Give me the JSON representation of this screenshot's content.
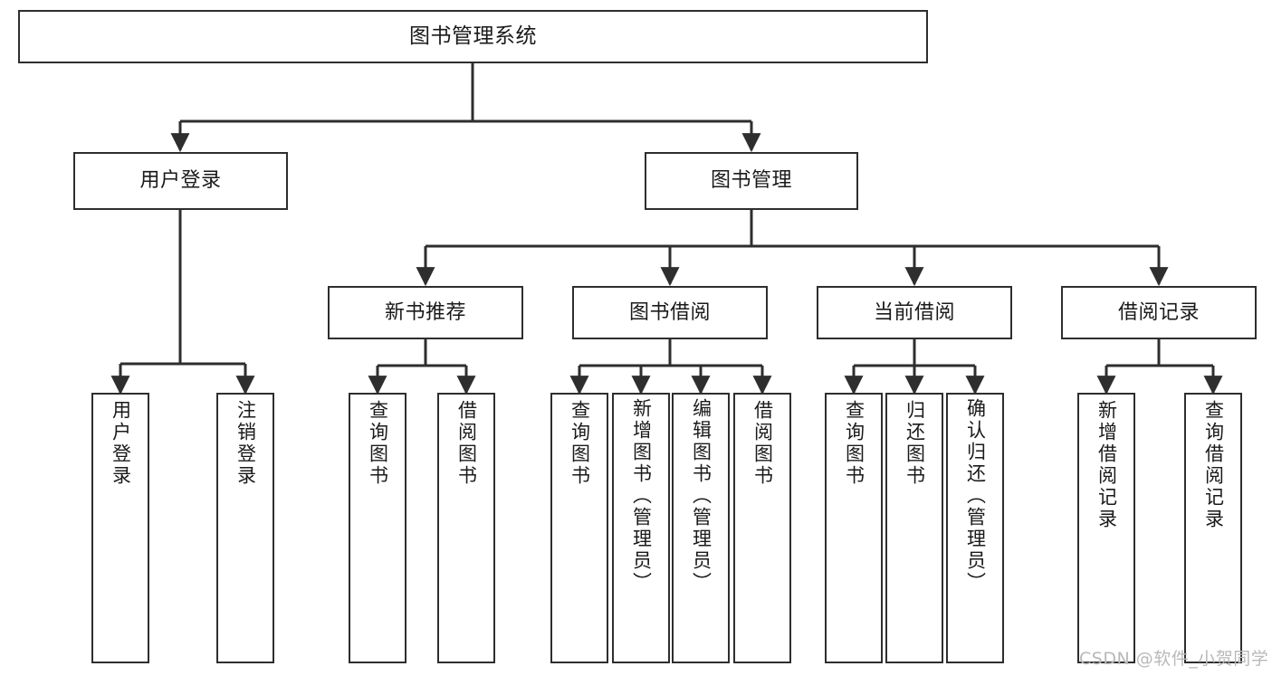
{
  "diagram": {
    "title": "图书管理系统",
    "type": "hierarchy-tree",
    "stroke_color": "#2e2e2e",
    "text_color": "#1a1a1a",
    "background": "#ffffff",
    "levels": 4
  },
  "root": {
    "label": "图书管理系统"
  },
  "level2": [
    {
      "label": "用户登录"
    },
    {
      "label": "图书管理"
    }
  ],
  "level3": [
    {
      "label": "新书推荐"
    },
    {
      "label": "图书借阅"
    },
    {
      "label": "当前借阅"
    },
    {
      "label": "借阅记录"
    }
  ],
  "leaves": {
    "user_login": [
      {
        "label": "用户登录"
      },
      {
        "label": "注销登录"
      }
    ],
    "new_book_recommend": [
      {
        "label": "查询图书"
      },
      {
        "label": "借阅图书"
      }
    ],
    "book_borrow": [
      {
        "label": "查询图书"
      },
      {
        "label": "新增图书（管理员）"
      },
      {
        "label": "编辑图书（管理员）"
      },
      {
        "label": "借阅图书"
      }
    ],
    "current_borrow": [
      {
        "label": "查询图书"
      },
      {
        "label": "归还图书"
      },
      {
        "label": "确认归还（管理员）"
      }
    ],
    "borrow_record": [
      {
        "label": "新增借阅记录"
      },
      {
        "label": "查询借阅记录"
      }
    ]
  },
  "watermark": {
    "text": "CSDN @软件_小贺同学"
  }
}
